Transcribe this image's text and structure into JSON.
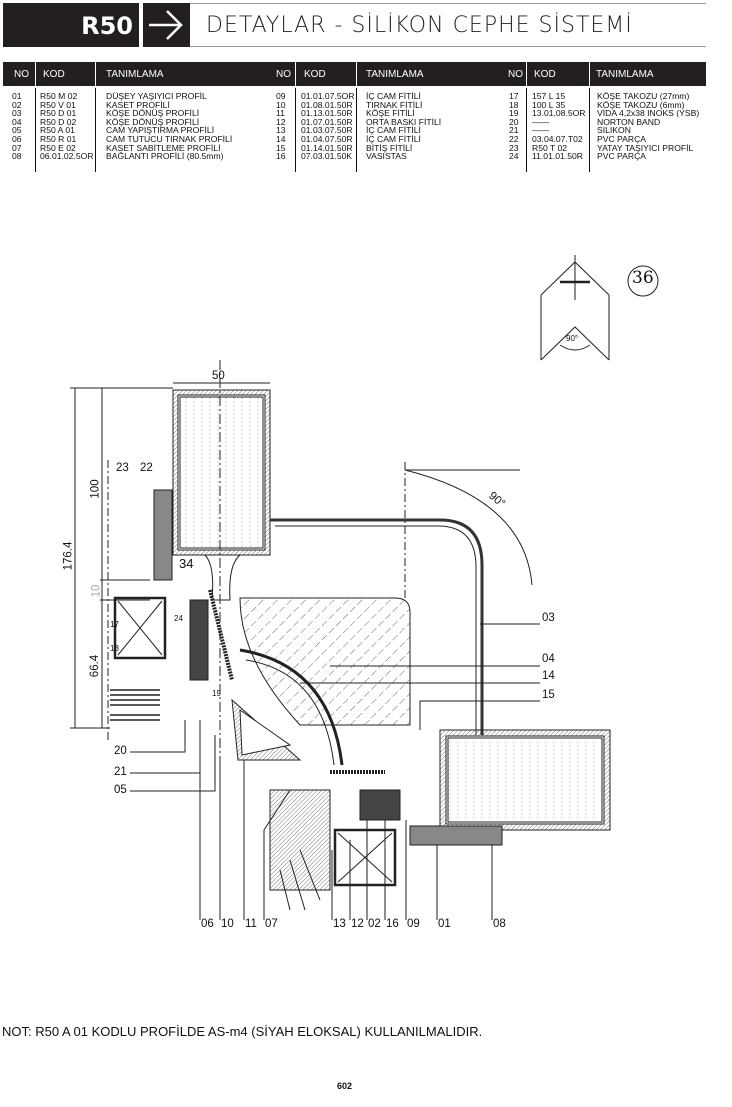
{
  "header": {
    "series": "R50",
    "title": "DETAYLAR - SİLİKON CEPHE SİSTEMİ",
    "arrow_icon": "arrow-right-icon"
  },
  "table": {
    "columns": [
      "NO",
      "KOD",
      "TANIMLAMA",
      "NO",
      "KOD",
      "TANIMLAMA",
      "NO",
      "KOD",
      "TANIMLAMA"
    ],
    "groups": [
      {
        "no": [
          "01",
          "02",
          "03",
          "04",
          "05",
          "06",
          "07",
          "08"
        ],
        "kod": [
          "R50 M 02",
          "R50 V 01",
          "R50 D 01",
          "R50 D 02",
          "R50 A 01",
          "R50 R 01",
          "R50 E 02",
          "06.01.02.5OR"
        ],
        "tanim": [
          "DÜŞEY YAŞIYICI PROFİL",
          "KASET PROFİLİ",
          "KÖŞE DÖNÜŞ PROFİLİ",
          "KÖŞE DÖNÜŞ PROFİLİ",
          "CAM YAPIŞTIRMA PROFİLİ",
          "CAM TUTUCU TIRNAK PROFİLİ",
          "KASET SABİTLEME PROFİLİ",
          "BAĞLANTI PROFİLİ (80.5mm)"
        ]
      },
      {
        "no": [
          "09",
          "10",
          "11",
          "12",
          "13",
          "14",
          "15",
          "16"
        ],
        "kod": [
          "01.01.07.5OR",
          "01.08.01.50R",
          "01.13.01.50R",
          "01.07.01.50R",
          "01.03.07.50R",
          "01.04.07.50R",
          "01.14.01.50R",
          "07.03.01.50K"
        ],
        "tanim": [
          "İÇ CAM FİTİLİ",
          "TIRNAK FİTİLİ",
          "KÖŞE FİTİLİ",
          "ORTA BASKI FİTİLİ",
          "İÇ CAM FİTİLİ",
          "İÇ CAM FİTİLİ",
          "BİTİŞ FİTİLİ",
          "VASISTAS"
        ]
      },
      {
        "no": [
          "17",
          "18",
          "19",
          "20",
          "21",
          "22",
          "23",
          "24"
        ],
        "kod": [
          "157 L 15",
          "100 L 35",
          "13.01.08.5OR",
          "——",
          "——",
          "03.04.07.T02",
          "R50 T 02",
          "11.01.01.50R"
        ],
        "tanim": [
          "KÖŞE TAKOZU (27mm)",
          "KÖŞE TAKOZU (6mm)",
          "VİDA 4,2x38 INOKS (YSB)",
          "NORTON BAND",
          "SILIKON",
          "PVC PARÇA",
          "YATAY TAŞIYICI PROFİL",
          "PVC PARÇA"
        ]
      }
    ]
  },
  "drawing": {
    "detail_no": "36",
    "angle_label": "90°",
    "corner_angle": "90°",
    "dimensions": [
      "50",
      "100",
      "176.4",
      "66.4",
      "10",
      "34"
    ],
    "inner_labels": [
      "23",
      "22",
      "17",
      "18",
      "24",
      "19"
    ],
    "left_labels": [
      "20",
      "21",
      "05"
    ],
    "right_labels": [
      "03",
      "04",
      "14",
      "15"
    ],
    "bottom_labels": [
      "06",
      "10",
      "11",
      "07",
      "13",
      "12",
      "02",
      "16",
      "09",
      "01",
      "08"
    ]
  },
  "note": "NOT:  R50 A 01 KODLU PROFİLDE AS-m4 (SİYAH ELOKSAL) KULLANILMALIDIR.",
  "page_number": "602"
}
